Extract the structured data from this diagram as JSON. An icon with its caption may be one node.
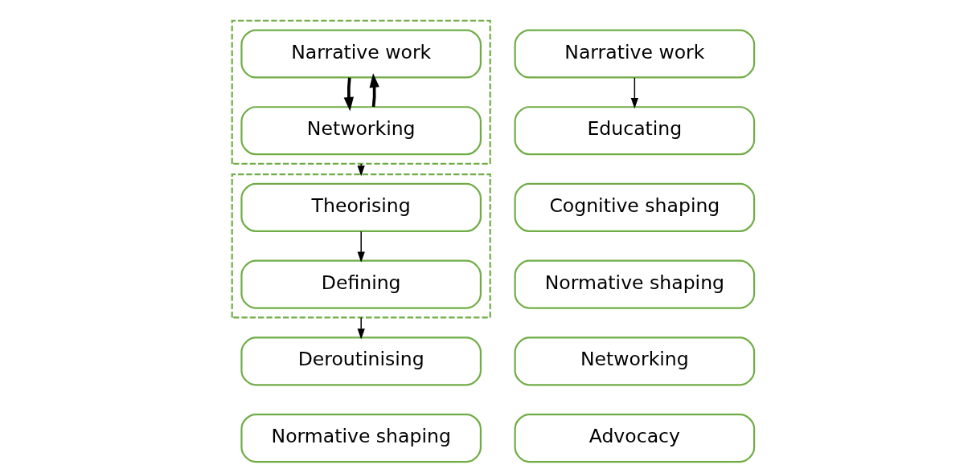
{
  "diagram": {
    "nodes": [
      {
        "text": [],
        "shape": "box"
      },
      {
        "text": [
          "Narrative work"
        ],
        "in": 0
      },
      {
        "text": [
          "Networking"
        ],
        "in": 0
      },
      {
        "text": [],
        "shape": "box"
      },
      {
        "text": [
          "Theorising"
        ],
        "in": 3
      },
      {
        "text": [
          "Defining"
        ],
        "in": 3
      },
      {
        "text": [
          "Deroutinising"
        ]
      },
      {
        "text": [
          "Normative shaping"
        ]
      },
      {
        "text": [
          "Narrative work"
        ]
      },
      {
        "text": [
          "Educating"
        ]
      },
      {
        "text": [
          "Cognitive shaping"
        ]
      },
      {
        "text": [
          "Normative shaping"
        ]
      },
      {
        "text": [
          "Networking"
        ]
      },
      {
        "text": [
          "Advocacy"
        ]
      }
    ],
    "edges": [
      {
        "from": 1,
        "to": 2,
        "arrow": "to",
        "style": "thick"
      },
      {
        "from": 2,
        "to": 1,
        "arrow": "to",
        "style": "thick"
      },
      {
        "from": 0,
        "to": 3,
        "arrow": "to"
      },
      {
        "from": 4,
        "to": 5,
        "arrow": "to"
      },
      {
        "from": 3,
        "to": 6,
        "arrow": "to"
      },
      {
        "from": 8,
        "to": 9,
        "arrow": "to"
      }
    ]
  }
}
